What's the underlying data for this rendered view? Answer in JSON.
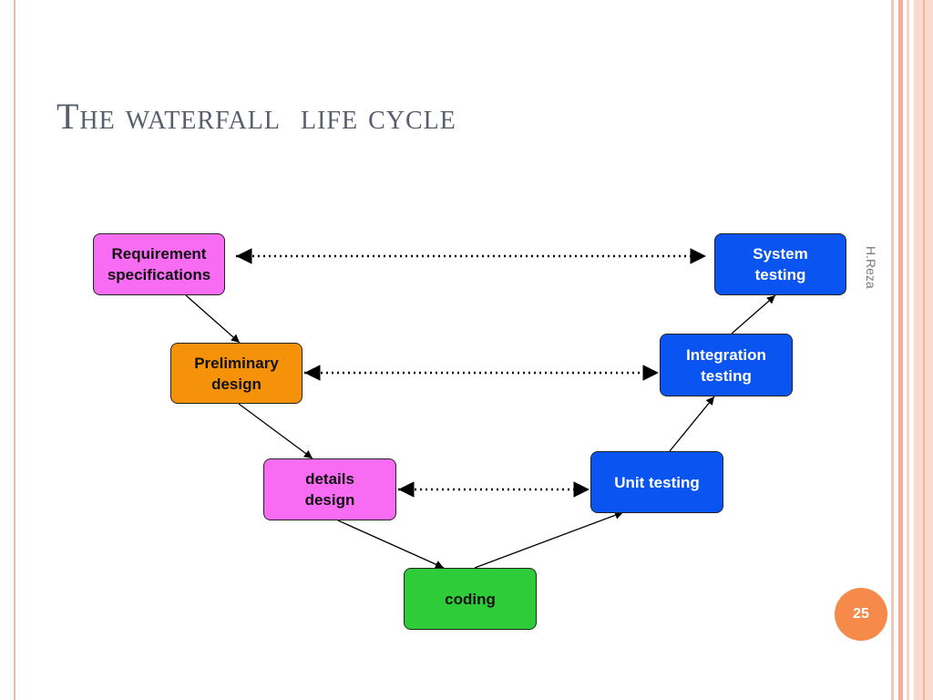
{
  "slide": {
    "title": "The waterfall  life cycle",
    "side_label": "H.Reza",
    "page_number": "25"
  },
  "diagram": {
    "nodes": {
      "requirement": {
        "label": "Requirement\nspecifications",
        "color": "#f76cf2"
      },
      "preliminary": {
        "label": "Preliminary\ndesign",
        "color": "#f69209"
      },
      "details": {
        "label": "details\ndesign",
        "color": "#f76cf2"
      },
      "coding": {
        "label": "coding",
        "color": "#2fcc3a"
      },
      "unit": {
        "label": "Unit testing",
        "color": "#0a55f2"
      },
      "integration": {
        "label": "Integration\ntesting",
        "color": "#0a55f2"
      },
      "system": {
        "label": "System\ntesting",
        "color": "#0a55f2"
      }
    },
    "flow_edges": [
      [
        "requirement",
        "preliminary"
      ],
      [
        "preliminary",
        "details"
      ],
      [
        "details",
        "coding"
      ],
      [
        "coding",
        "unit"
      ],
      [
        "unit",
        "integration"
      ],
      [
        "integration",
        "system"
      ]
    ],
    "verification_links": [
      [
        "requirement",
        "system"
      ],
      [
        "preliminary",
        "integration"
      ],
      [
        "details",
        "unit"
      ]
    ]
  },
  "colors": {
    "accent_orange": "#f58a4a",
    "title_gray": "#575f6e"
  }
}
